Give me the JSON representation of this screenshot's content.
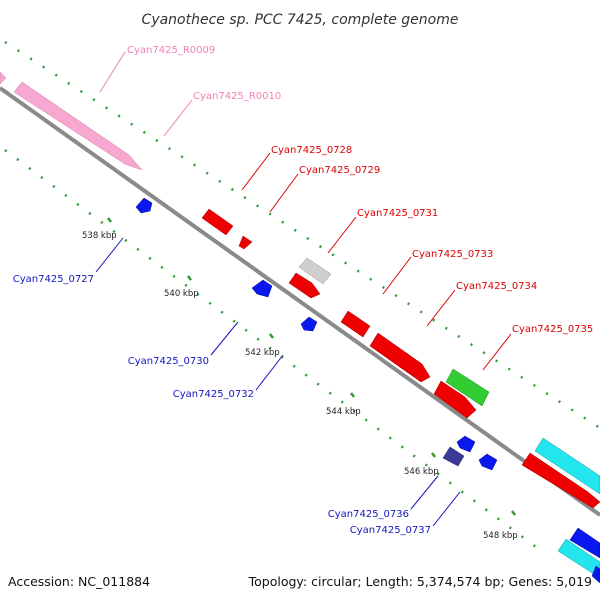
{
  "title": "Cyanothece sp. PCC 7425, complete genome",
  "footer": {
    "accession": "Accession: NC_011884",
    "topology": "Topology: circular; Length: 5,374,574 bp; Genes: 5,019"
  },
  "ticks": [
    "538 kbp",
    "540 kbp",
    "542 kbp",
    "544 kbp",
    "546 kbp",
    "548 kbp"
  ],
  "genes": {
    "r0009": "Cyan7425_R0009",
    "r0010": "Cyan7425_R0010",
    "g0727": "Cyan7425_0727",
    "g0728": "Cyan7425_0728",
    "g0729": "Cyan7425_0729",
    "g0730": "Cyan7425_0730",
    "g0731": "Cyan7425_0731",
    "g0732": "Cyan7425_0732",
    "g0733": "Cyan7425_0733",
    "g0734": "Cyan7425_0734",
    "g0735": "Cyan7425_0735",
    "g0736": "Cyan7425_0736",
    "g0737": "Cyan7425_0737"
  },
  "colors": {
    "backbone": "#8a8a8a",
    "rna": "#f7a8d0",
    "forward_gene": "#ee0000",
    "reverse_gene": "#0a18f0",
    "grey_gene": "#cfcfcf",
    "green_gene": "#33cc33",
    "cyan_gene": "#22e5ee",
    "dark_gene": "#3a3a9a",
    "tick_dots": "#339933"
  }
}
